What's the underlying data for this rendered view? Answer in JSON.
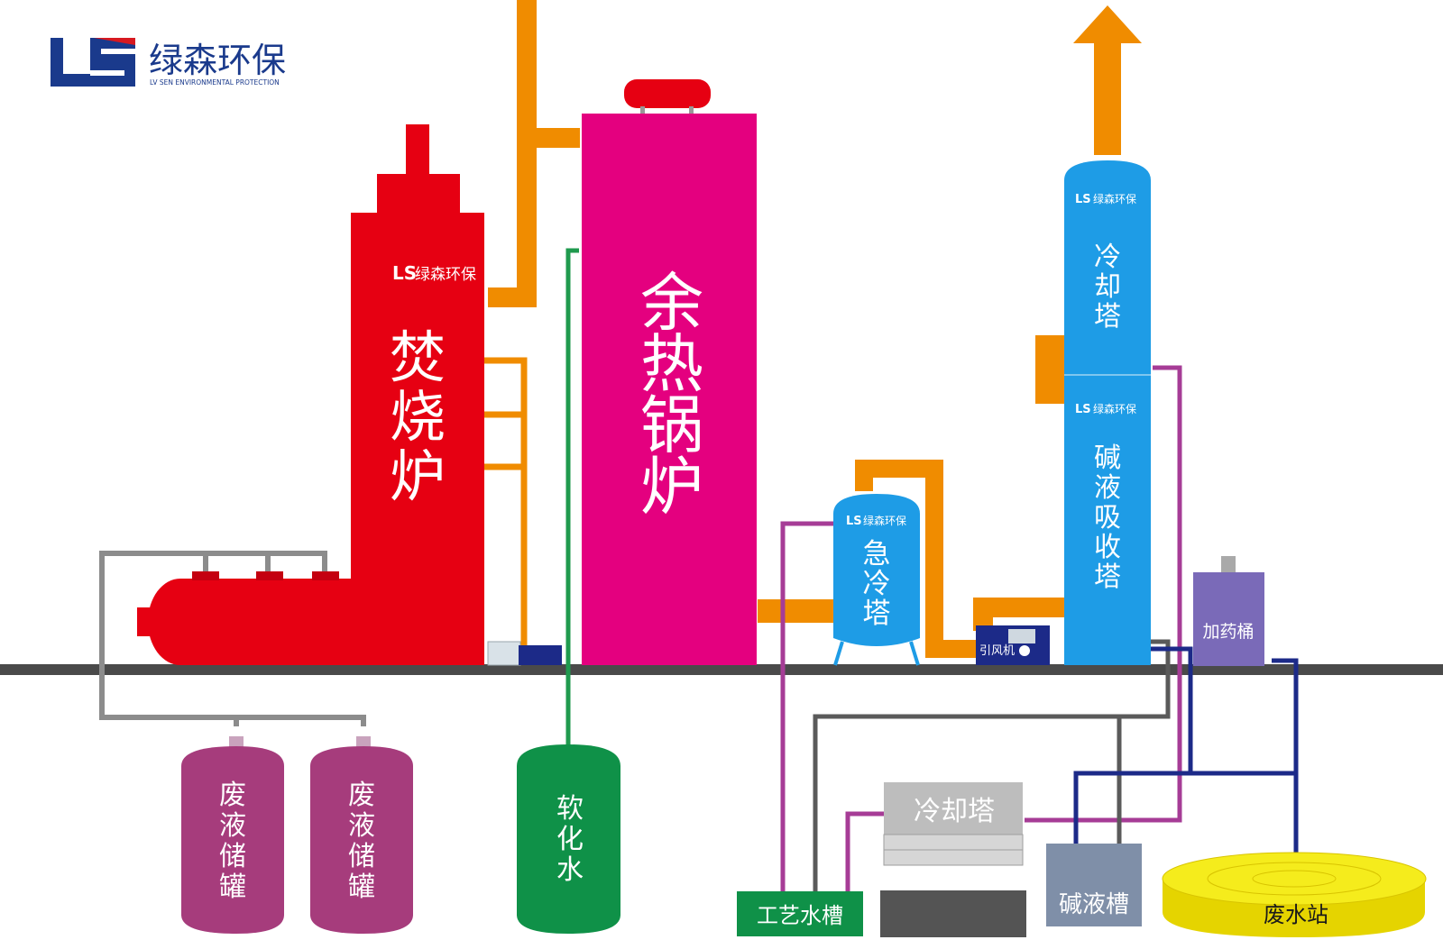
{
  "brand": {
    "mark": "LS",
    "name_cn": "绿森环保",
    "name_en": "LV SEN ENVIRONMENTAL PROTECTION"
  },
  "equipment": {
    "incinerator": "焚烧炉",
    "waste_heat_boiler": "余热锅炉",
    "quench_tower": "急冷塔",
    "cooling_tower_top": "冷却塔",
    "alkali_absorption_tower": "碱液吸收塔",
    "induced_fan": "引风机",
    "dosing_bucket": "加药桶",
    "waste_liquid_tank_1": "废液储罐",
    "waste_liquid_tank_2": "废液储罐",
    "softened_water": "软化水",
    "process_water_tank": "工艺水槽",
    "cooling_tower_bottom": "冷却塔",
    "alkali_tank": "碱液槽",
    "wastewater_station": "废水站"
  },
  "colors": {
    "incinerator": "#e60012",
    "boiler": "#e4007f",
    "blue_tower": "#1e9ce6",
    "orange_pipe": "#f08c00",
    "grey_pipe": "#8c8c8c",
    "purple_pipe": "#a63c96",
    "navy_pipe": "#1c2a88",
    "green_pipe": "#1f9a4e",
    "waste_tank": "#a63c7c",
    "soft_water_tank": "#0f9148",
    "wastewater_station": "#f5ec1c",
    "brand_blue": "#1a3a8c",
    "brand_red": "#d71920"
  }
}
